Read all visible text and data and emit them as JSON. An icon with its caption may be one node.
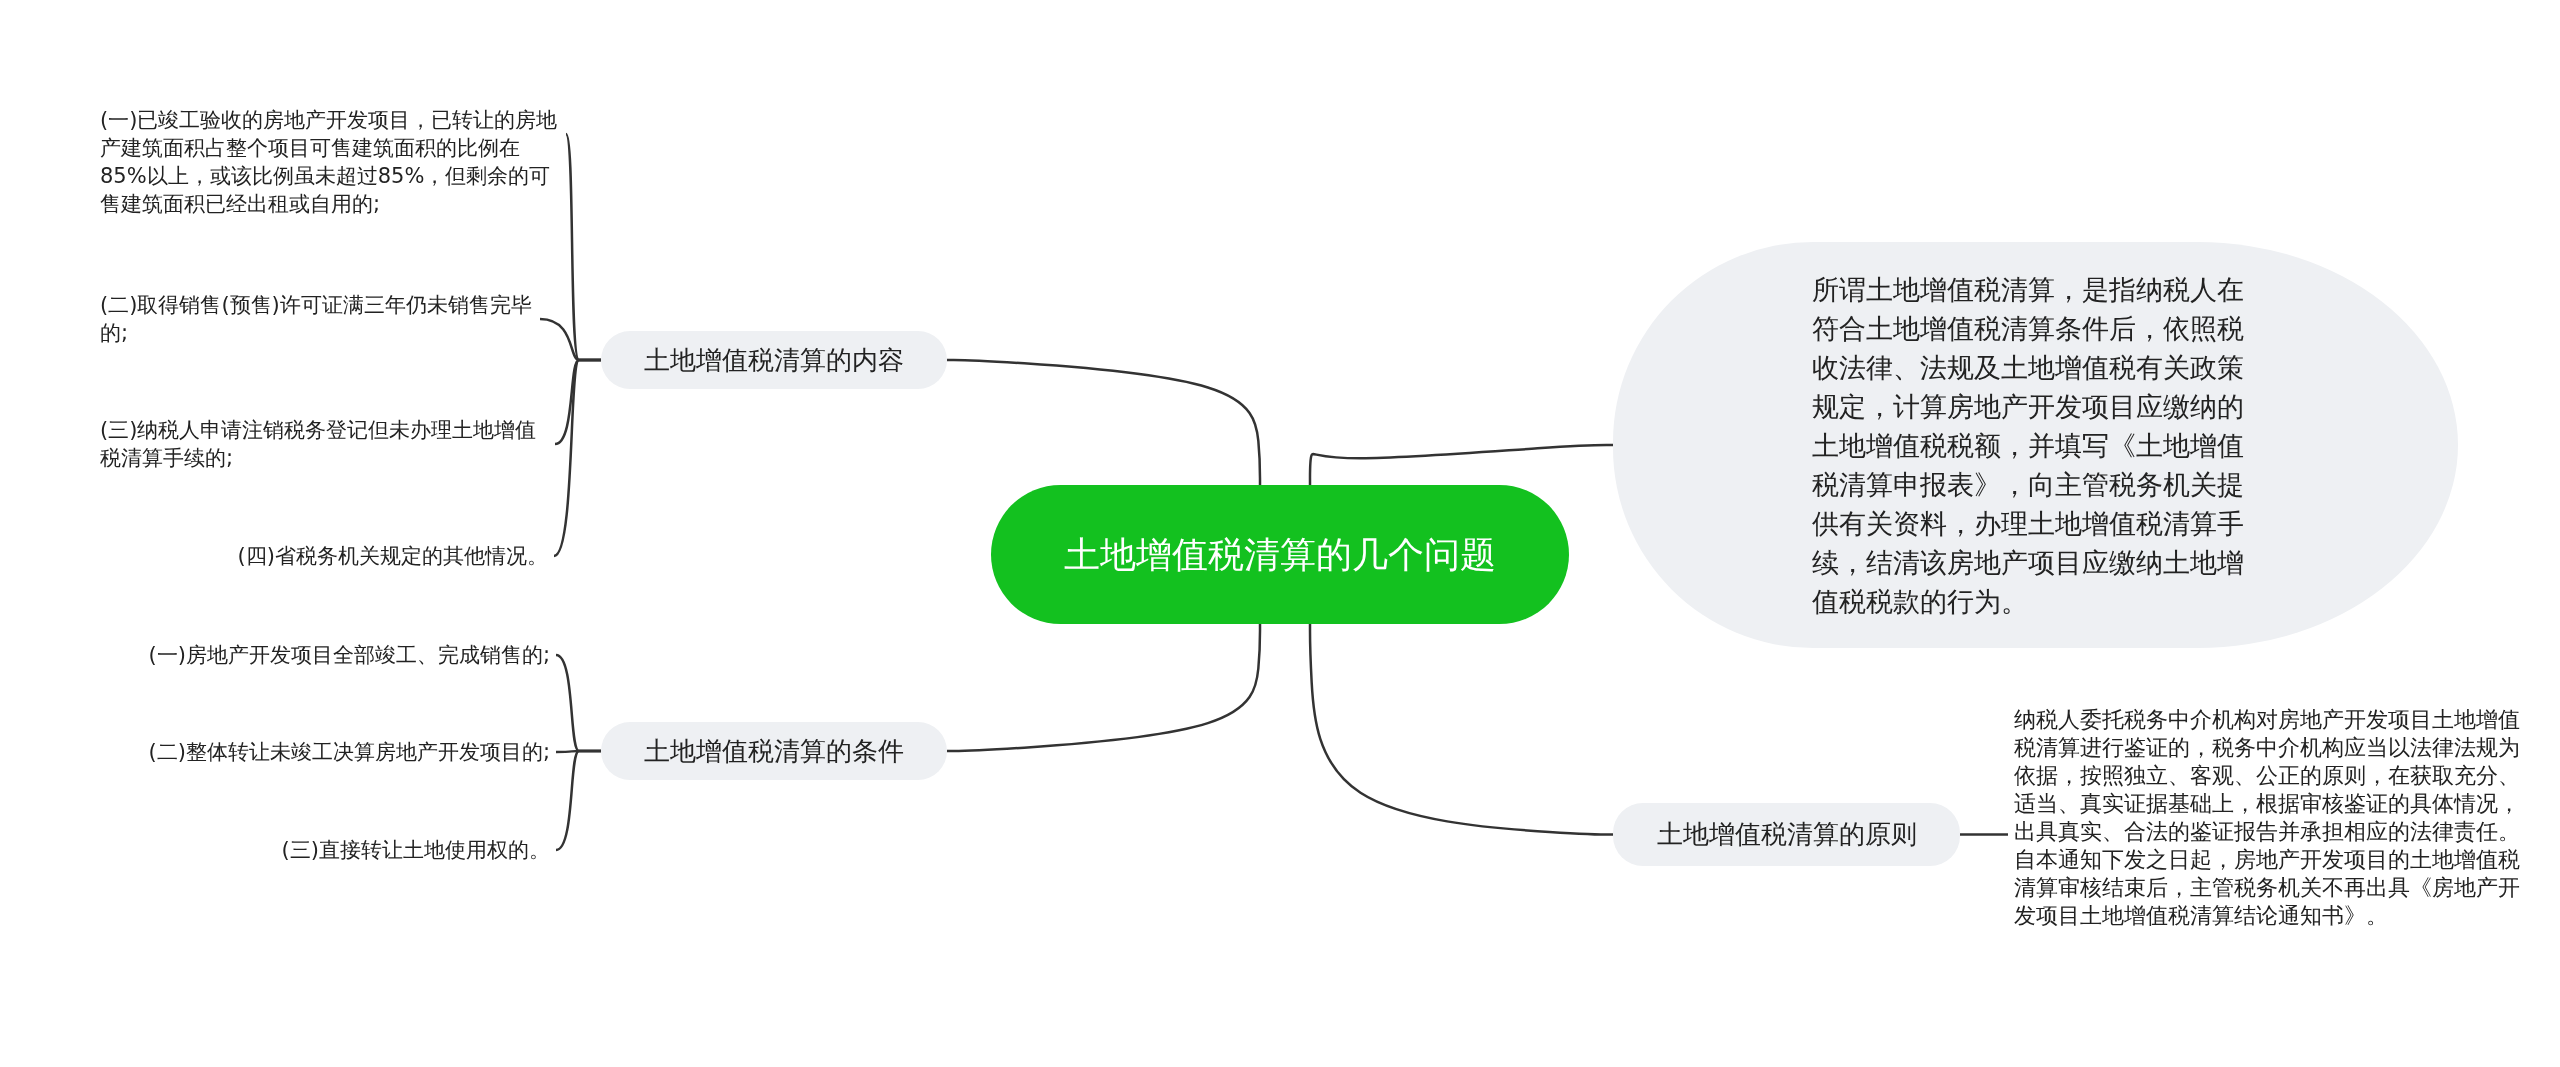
{
  "diagram": {
    "nodes": [
      {
        "text": [
          "土地增值税清算的几个问题"
        ]
      },
      {
        "text": [
          "土地增值税清算的内容"
        ]
      },
      {
        "text": [
          "(一)已竣工验收的房地产开发项目，已转让的房地产建筑面积占整个项目可售建筑面积的比例在85%以上，或该比例虽未超过85%，但剩余的可售建筑面积已经出租或自用的;"
        ]
      },
      {
        "text": [
          "(二)取得销售(预售)许可证满三年仍未销售完毕的;"
        ]
      },
      {
        "text": [
          "(三)纳税人申请注销税务登记但未办理土地增值税清算手续的;"
        ]
      },
      {
        "text": [
          "(四)省税务机关规定的其他情况。"
        ]
      },
      {
        "text": [
          "土地增值税清算的条件"
        ]
      },
      {
        "text": [
          "(一)房地产开发项目全部竣工、完成销售的;"
        ]
      },
      {
        "text": [
          "(二)整体转让未竣工决算房地产开发项目的;"
        ]
      },
      {
        "text": [
          "(三)直接转让土地使用权的。"
        ]
      },
      {
        "text": [
          "所谓土地增值税清算，是指纳税人在符合土地增值税清算条件后，依照税收法律、法规及土地增值税有关政策规定，计算房地产开发项目应缴纳的土地增值税税额，并填写《土地增值税清算申报表》，向主管税务机关提供有关资料，办理土地增值税清算手续，结清该房地产项目应缴纳土地增值税税款的行为。"
        ]
      },
      {
        "text": [
          "土地增值税清算的原则"
        ]
      },
      {
        "text": [
          "纳税人委托税务中介机构对房地产开发项目土地增值税清算进行鉴证的，税务中介机构应当以法律法规为依据，按照独立、客观、公正的原则，在获取充分、适当、真实证据基础上，根据审核鉴证的具体情况，出具真实、合法的鉴证报告并承担相应的法律责任。自本通知下发之日起，房地产开发项目的土地增值税清算审核结束后，主管税务机关不再出具《房地产开发项目土地增值税清算结论通知书》。"
        ]
      }
    ],
    "edges": [
      {
        "from": 0,
        "to": 1,
        "arrow": "none"
      },
      {
        "from": 1,
        "to": 2,
        "arrow": "none"
      },
      {
        "from": 1,
        "to": 3,
        "arrow": "none"
      },
      {
        "from": 1,
        "to": 4,
        "arrow": "none"
      },
      {
        "from": 1,
        "to": 5,
        "arrow": "none"
      },
      {
        "from": 0,
        "to": 6,
        "arrow": "none"
      },
      {
        "from": 6,
        "to": 7,
        "arrow": "none"
      },
      {
        "from": 6,
        "to": 8,
        "arrow": "none"
      },
      {
        "from": 6,
        "to": 9,
        "arrow": "none"
      },
      {
        "from": 0,
        "to": 10,
        "arrow": "none"
      },
      {
        "from": 0,
        "to": 11,
        "arrow": "none"
      },
      {
        "from": 11,
        "to": 12,
        "arrow": "none"
      }
    ]
  }
}
